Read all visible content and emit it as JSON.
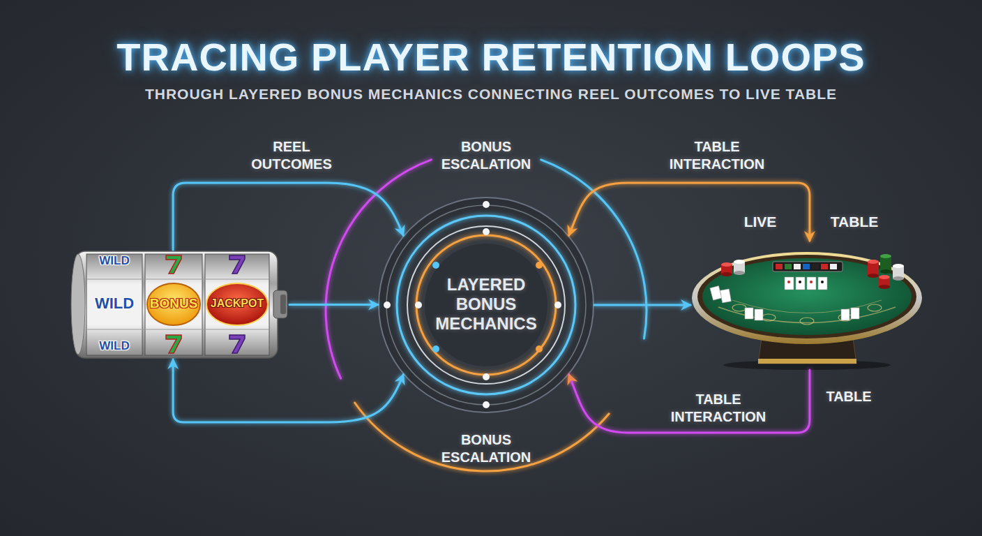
{
  "diagram": {
    "title": "TRACING PLAYER RETENTION LOOPS",
    "nodes": [
      {
        "text": [
          "WILD",
          "WILD",
          "BONUS",
          "JACKPOT",
          "WILD"
        ]
      },
      {
        "text": [
          "LAYERED BONUS MECHANICS"
        ]
      },
      {
        "text": [
          "LIVE",
          "TABLE"
        ]
      }
    ],
    "edges": [
      {
        "from": 0,
        "to": 1,
        "arrow": "to",
        "label": "REEL OUTCOMES"
      },
      {
        "from": 0,
        "to": 1,
        "arrow": "to"
      },
      {
        "from": 0,
        "to": 1,
        "arrow": "both"
      },
      {
        "from": 1,
        "to": 2,
        "arrow": "to"
      },
      {
        "from": 1,
        "to": 2,
        "arrow": "both",
        "label": "TABLE INTERACTION"
      },
      {
        "from": 2,
        "to": 1,
        "arrow": "to",
        "label": "TABLE INTERACTION"
      }
    ],
    "labels": [
      "THROUGH LAYERED BONUS MECHANICS CONNECTING REEL OUTCOMES TO LIVE TABLE",
      "BONUS ESCALATION",
      "TABLE",
      "BONUS ESCALATION"
    ]
  }
}
